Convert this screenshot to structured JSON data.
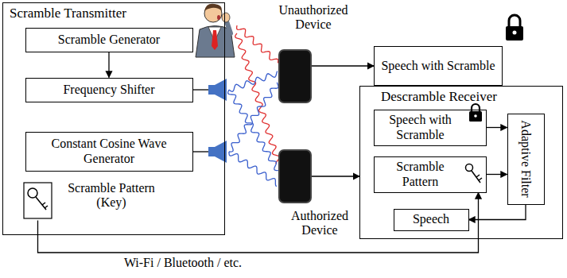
{
  "diagram": {
    "nodes": [
      {
        "text": [
          "Scramble Transmitter"
        ]
      },
      {
        "text": [
          "Scramble Generator"
        ],
        "in": 0
      },
      {
        "text": [
          "Frequency Shifter"
        ],
        "in": 0
      },
      {
        "text": [
          "Constant Cosine Wave Generator"
        ],
        "in": 0
      },
      {
        "text": [
          "Scramble Pattern (Key)"
        ],
        "in": 0
      },
      {
        "text": [
          "Unauthorized Device"
        ]
      },
      {
        "text": [
          "Speech with Scramble"
        ]
      },
      {
        "text": [
          "Descramble Receiver"
        ]
      },
      {
        "text": [
          "Speech with Scramble"
        ],
        "in": 7
      },
      {
        "text": [
          "Scramble Pattern"
        ],
        "in": 7
      },
      {
        "text": [
          "Adaptive Filter"
        ],
        "in": 7
      },
      {
        "text": [
          "Speech"
        ],
        "in": 7
      },
      {
        "text": [
          "Authorized Device"
        ]
      }
    ],
    "edges": [
      {
        "from": 1,
        "to": 2,
        "arrow": "to"
      },
      {
        "from": 5,
        "to": 6,
        "arrow": "to"
      },
      {
        "from": 12,
        "to": 7,
        "arrow": "to"
      },
      {
        "from": 8,
        "to": 10,
        "arrow": "to"
      },
      {
        "from": 9,
        "to": 10,
        "arrow": "to"
      },
      {
        "from": 10,
        "to": 11,
        "arrow": "to"
      },
      {
        "from": 4,
        "to": 9,
        "label": "Wi-Fi / Bluetooth / etc.",
        "arrow": "to"
      }
    ]
  }
}
